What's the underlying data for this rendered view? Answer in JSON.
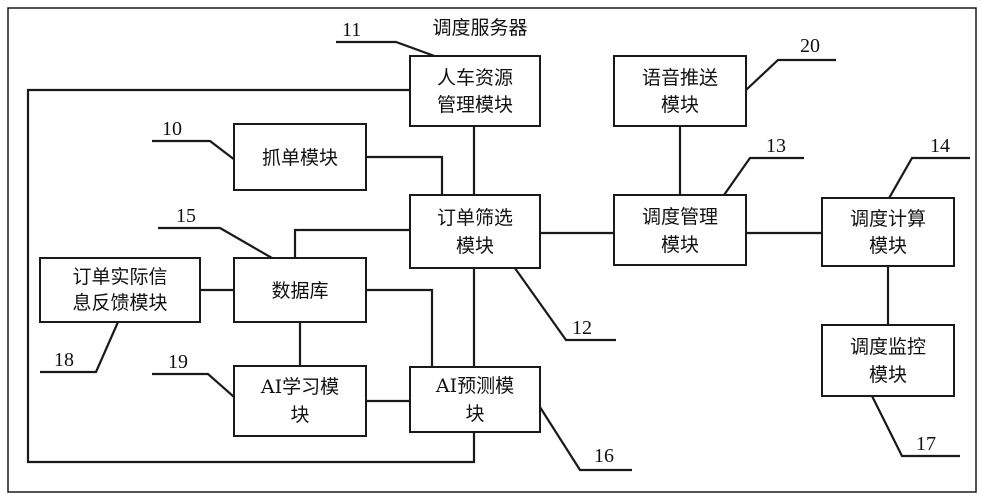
{
  "title": "调度服务器",
  "modules": {
    "person_vehicle": {
      "lines": [
        "人车资源",
        "管理模块"
      ],
      "ref": "11"
    },
    "grab": {
      "lines": [
        "抓单模块"
      ],
      "ref": "10"
    },
    "voice": {
      "lines": [
        "语音推送",
        "模块"
      ],
      "ref": "20"
    },
    "filter": {
      "lines": [
        "订单筛选",
        "模块"
      ],
      "ref": "12"
    },
    "dispatch_mgmt": {
      "lines": [
        "调度管理",
        "模块"
      ],
      "ref": "13"
    },
    "dispatch_calc": {
      "lines": [
        "调度计算",
        "模块"
      ],
      "ref": "14"
    },
    "database": {
      "lines": [
        "数据库"
      ],
      "ref": "15"
    },
    "feedback": {
      "lines": [
        "订单实际信",
        "息反馈模块"
      ],
      "ref": "18"
    },
    "ai_learn": {
      "lines": [
        "AI学习模",
        "块"
      ],
      "ref": "19"
    },
    "ai_predict": {
      "lines": [
        "AI预测模",
        "块"
      ],
      "ref": "16"
    },
    "monitor": {
      "lines": [
        "调度监控",
        "模块"
      ],
      "ref": "17"
    }
  },
  "colors": {
    "line": "#1a1a1a",
    "background": "#ffffff"
  }
}
